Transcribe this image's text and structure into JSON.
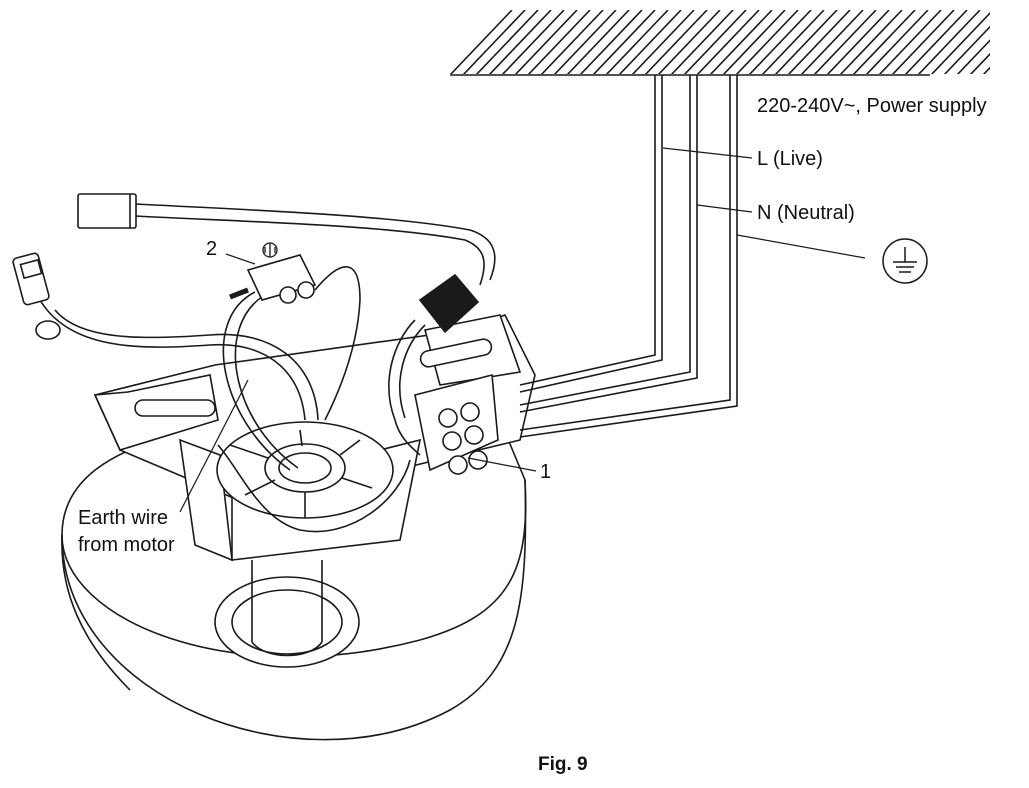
{
  "labels": {
    "power_supply": "220-240V~, Power supply",
    "live": "L (Live)",
    "neutral": "N (Neutral)",
    "callout_1": "1",
    "callout_2": "2",
    "earth_wire_line1": "Earth wire",
    "earth_wire_line2": "from motor"
  },
  "caption": "Fig. 9",
  "icons": {
    "earth_symbol": "earth-ground-icon",
    "terminal_earth_mark": "earth-ground-icon"
  },
  "colors": {
    "line": "#1a1a1a",
    "background": "#ffffff"
  }
}
